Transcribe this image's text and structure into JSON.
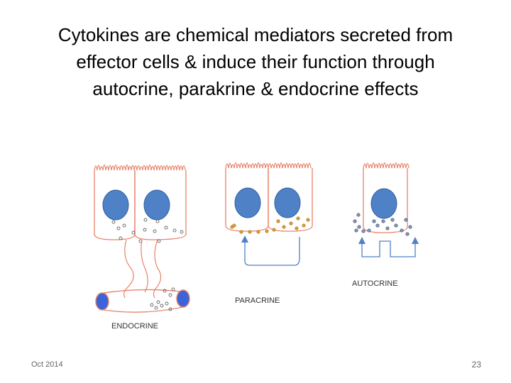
{
  "slide": {
    "title_lines": [
      "Cytokines  are chemical mediators secreted from",
      "effector cells & induce their function through",
      "autocrine, parakrine & endocrine effects"
    ]
  },
  "illustration": {
    "labels": {
      "endocrine": "ENDOCRINE",
      "paracrine": "PARACRINE",
      "autocrine": "AUTOCRINE"
    },
    "colors": {
      "cell_outline": "#e8826a",
      "nucleus": "#4f81c7",
      "nucleus_stroke": "#2f5f9e",
      "blood_vessel_cell": "#3a64d8",
      "paracrine_path": "#4f81c7",
      "paracrine_granule": "#e0a030"
    }
  },
  "footer": {
    "date": "Oct 2014",
    "page_number": "23"
  }
}
